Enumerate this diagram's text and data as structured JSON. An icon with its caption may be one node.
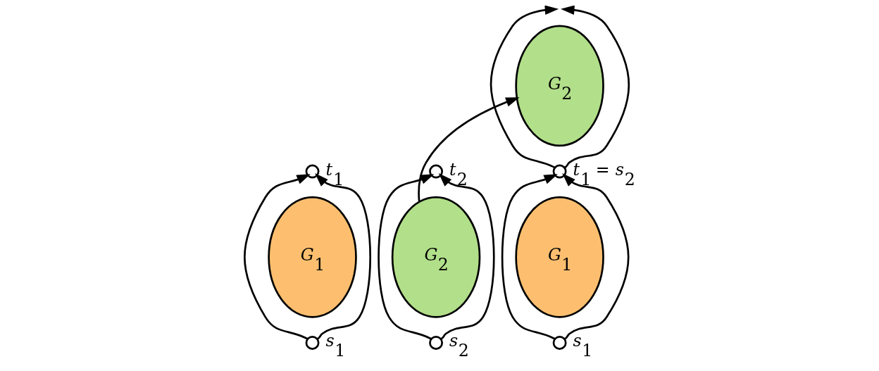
{
  "diagram": {
    "nodes": [
      {
        "text": [],
        "shape": "circle",
        "beside": [
          "*t*$_{1}$"
        ]
      },
      {
        "text": [
          "*G*$_{1}$"
        ]
      },
      {
        "text": [],
        "shape": "circle",
        "beside": [
          "*s*$_{1}$"
        ]
      },
      {
        "text": [],
        "shape": "circle",
        "beside": [
          "*t*$_{2}$"
        ]
      },
      {
        "text": [
          "*G*$_{2}$"
        ]
      },
      {
        "text": [],
        "shape": "circle",
        "beside": [
          "*s*$_{2}$"
        ]
      },
      {
        "text": [
          "*G*$_{2}$"
        ]
      },
      {
        "text": [],
        "shape": "circle",
        "beside": [
          "*t*$_{1}$ = *s*$_{2}$"
        ]
      },
      {
        "text": [
          "*G*$_{1}$"
        ]
      },
      {
        "text": [],
        "shape": "circle",
        "beside": [
          "*s*$_{1}$"
        ]
      }
    ],
    "edges": [
      {
        "from": 2,
        "to": 0,
        "arrow": "to"
      },
      {
        "from": 2,
        "to": 0,
        "arrow": "to"
      },
      {
        "from": 5,
        "to": 3,
        "arrow": "to"
      },
      {
        "from": 5,
        "to": 3,
        "arrow": "to"
      },
      {
        "from": 4,
        "to": 6,
        "arrow": "to"
      },
      {
        "from": 7,
        "to": null,
        "arrow": "to"
      },
      {
        "from": 7,
        "to": null,
        "arrow": "to"
      },
      {
        "from": 9,
        "to": 7,
        "arrow": "to"
      },
      {
        "from": 9,
        "to": 7,
        "arrow": "to"
      }
    ]
  }
}
